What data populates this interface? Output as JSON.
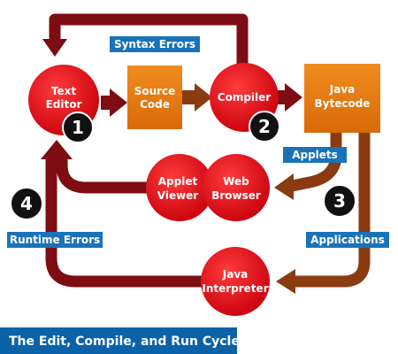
{
  "title": "The Edit, Compile, and Run Cycle",
  "nodes": {
    "text_editor": {
      "line1": "Text",
      "line2": "Editor"
    },
    "source_code": {
      "line1": "Source",
      "line2": "Code"
    },
    "compiler": {
      "line1": "Compiler"
    },
    "java_bytecode": {
      "line1": "Java",
      "line2": "Bytecode"
    },
    "web_browser": {
      "line1": "Web",
      "line2": "Browser"
    },
    "applet_viewer": {
      "line1": "Applet",
      "line2": "Viewer"
    },
    "java_interpreter": {
      "line1": "Java",
      "line2": "Interpreter"
    }
  },
  "tags": {
    "syntax_errors": "Syntax Errors",
    "applets": "Applets",
    "runtime_errors": "Runtime Errors",
    "applications": "Applications"
  },
  "steps": {
    "step1": "1",
    "step2": "2",
    "step3": "3",
    "step4": "4"
  },
  "colors": {
    "circle_red": "#e0141e",
    "box_orange": "#e67e12",
    "arrow_dark_red": "#7d0d12",
    "arrow_brown": "#8a3b10",
    "tag_blue": "#1a73b8",
    "footer_blue": "#0b62a8",
    "badge_black": "#111111"
  },
  "icons": {
    "arrow_head": "arrow-head-icon"
  }
}
